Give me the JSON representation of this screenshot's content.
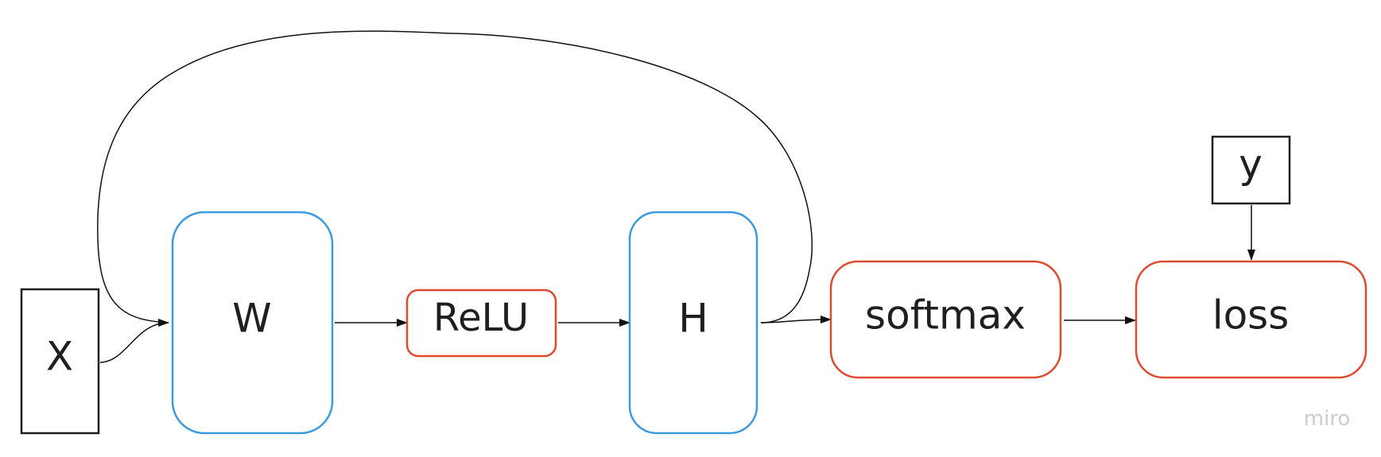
{
  "diagram": {
    "nodes": {
      "x": {
        "label": "X"
      },
      "w": {
        "label": "W"
      },
      "relu": {
        "label": "ReLU"
      },
      "h": {
        "label": "H"
      },
      "softmax": {
        "label": "softmax"
      },
      "loss": {
        "label": "loss"
      },
      "y": {
        "label": "y"
      }
    },
    "colors": {
      "weight_border": "#3a9be0",
      "op_border": "#e04a2f",
      "input_border": "#1f1f1f",
      "edge": "#111111"
    }
  },
  "branding": {
    "text": "miro",
    "color": "#c9ccd3"
  }
}
